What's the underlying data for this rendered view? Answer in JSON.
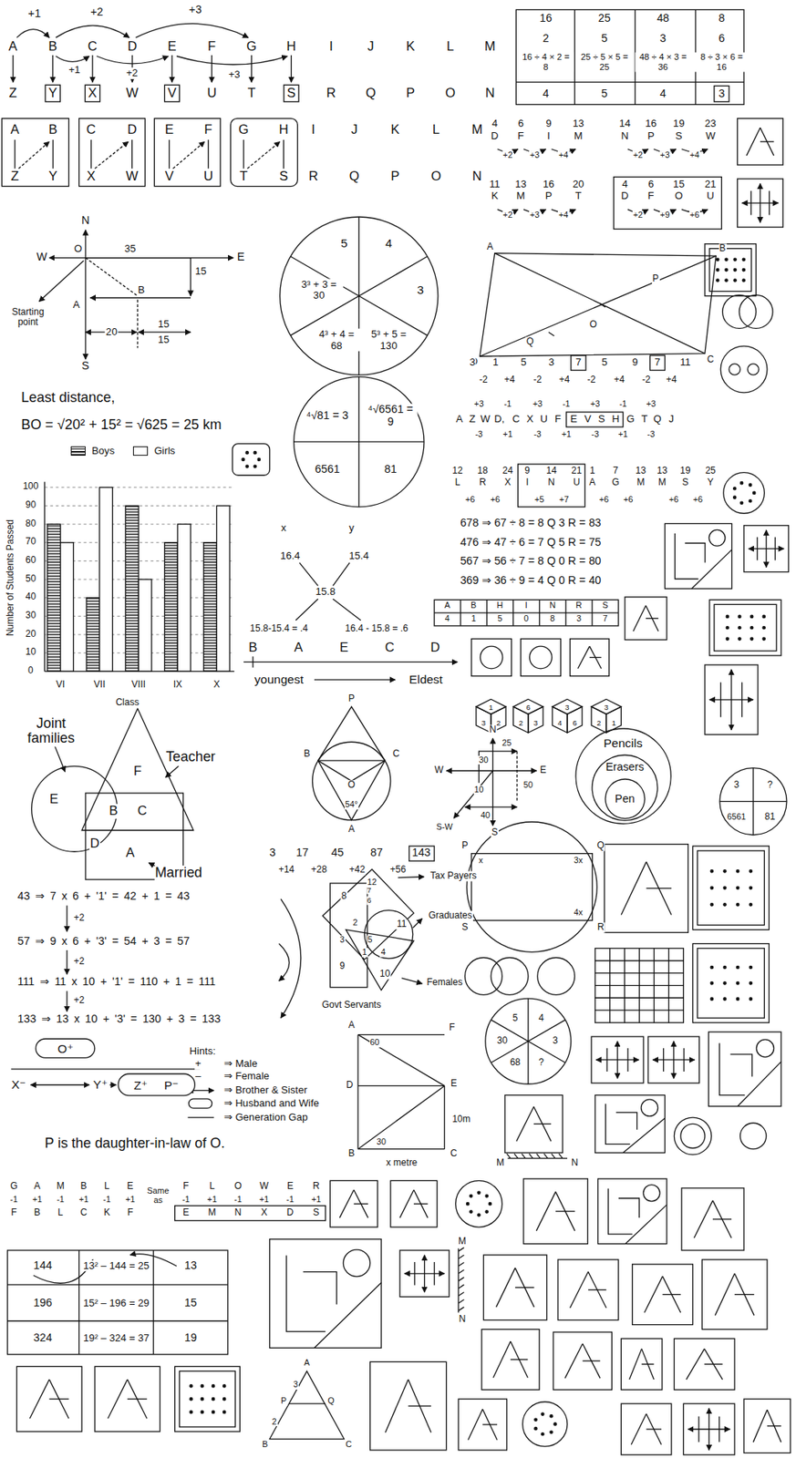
{
  "diagram": {
    "nodes": [
      {
        "text": [
          "O⁺"
        ]
      },
      {
        "text": [
          "Z⁺",
          "P⁻"
        ]
      },
      {
        "text": [
          "Pencils"
        ]
      },
      {
        "text": [
          "Erasers"
        ],
        "in": 2
      },
      {
        "text": [
          "Pen"
        ],
        "in": 3
      }
    ],
    "labels": [
      "A",
      "B",
      "C",
      "D",
      "E",
      "F",
      "G",
      "H",
      "I",
      "J",
      "K",
      "L",
      "M",
      "Z",
      "Y",
      "X",
      "W",
      "V",
      "U",
      "T",
      "S",
      "R",
      "Q",
      "P",
      "O",
      "N",
      "+1",
      "+2",
      "+3",
      "+1",
      "+2",
      "+3",
      "16",
      "25",
      "48",
      "8",
      "2",
      "5",
      "3",
      "6",
      "16 ÷ 4 × 2 = 8",
      "25 ÷ 5 × 5 = 25",
      "48 ÷ 4 × 3 = 36",
      "8 ÷ 3 × 6 = 16",
      "4",
      "5",
      "4",
      "3",
      "A",
      "B",
      "Z",
      "Y",
      "C",
      "D",
      "X",
      "W",
      "E",
      "F",
      "V",
      "U",
      "G",
      "H",
      "T",
      "S",
      "I",
      "J",
      "K",
      "L",
      "M",
      "R",
      "Q",
      "P",
      "O",
      "N",
      "4",
      "6",
      "9",
      "13",
      "D",
      "F",
      "I",
      "M",
      "+2",
      "+3",
      "+4",
      "14",
      "16",
      "19",
      "23",
      "N",
      "P",
      "S",
      "W",
      "+2",
      "+3",
      "+4",
      "11",
      "13",
      "16",
      "20",
      "K",
      "M",
      "P",
      "T",
      "+2",
      "+3",
      "+4",
      "4",
      "6",
      "15",
      "21",
      "D",
      "F",
      "O",
      "U",
      "+2",
      "+9",
      "+6",
      "N",
      "W",
      "O",
      "35",
      "E",
      "15",
      "Starting point",
      "A",
      "B",
      "20",
      "15",
      "15",
      "S",
      "Least distance,",
      "BO = √20² + 15² = √625 = 25 km",
      "5",
      "4",
      "3",
      "3³ + 3 = 30",
      "4³ + 4 = 68",
      "5³ + 5 = 130",
      "⁴√81 = 3",
      "⁴√6561 = 9",
      "6561",
      "81",
      "A",
      "B",
      "C",
      "D",
      "O",
      "P",
      "Q",
      "3",
      "1",
      "5",
      "3",
      "7",
      "5",
      "9",
      "7",
      "11",
      "-2",
      "+4",
      "-2",
      "+4",
      "-2",
      "+4",
      "-2",
      "+4",
      "A",
      "Z",
      "W",
      "D,",
      "C",
      "X",
      "U",
      "F",
      "E",
      "V",
      "S",
      "H",
      "G",
      "T",
      "Q",
      "J",
      "+3",
      "-1",
      "+3",
      "-1",
      "+3",
      "-1",
      "+3",
      "-3",
      "+1",
      "-3",
      "+1",
      "-3",
      "+1",
      "-3",
      "12",
      "18",
      "24",
      "L",
      "R",
      "X",
      "+6",
      "+6",
      "9",
      "14",
      "21",
      "I",
      "N",
      "U",
      "+5",
      "+7",
      "1",
      "7",
      "13",
      "A",
      "G",
      "M",
      "+6",
      "+6",
      "13",
      "19",
      "25",
      "M",
      "S",
      "Y",
      "+6",
      "+6",
      "678 ⇒ 67 ÷ 8 = 8 Q 3 R = 83",
      "476 ⇒ 47 ÷ 6 = 7 Q 5 R = 75",
      "567 ⇒ 56 ÷ 7 = 8 Q 0 R = 80",
      "369 ⇒ 36 ÷ 9 = 4 Q 0 R = 40",
      "A",
      "B",
      "H",
      "I",
      "N",
      "R",
      "S",
      "4",
      "1",
      "5",
      "0",
      "8",
      "3",
      "7",
      "x",
      "y",
      "16.4",
      "15.4",
      "15.8",
      "15.8-15.4 = .4",
      "16.4 - 15.8 = .6",
      "B",
      "A",
      "E",
      "C",
      "D",
      "youngest",
      "Eldest",
      "100",
      "90",
      "80",
      "70",
      "60",
      "50",
      "40",
      "30",
      "20",
      "10",
      "0",
      "VI",
      "VII",
      "VIII",
      "IX",
      "X",
      "Class",
      "Number of Students Passed",
      "Joint families",
      "Teacher",
      "E",
      "F",
      "B",
      "C",
      "D",
      "A",
      "Married",
      "43 ⇒ 7 x 6 + '1' = 42 + 1 = 43",
      "+2",
      "57 ⇒ 9 x 6 + '3' = 54 + 3 = 57",
      "+2",
      "111 ⇒ 11 x 10 + '1' = 110 + 1 = 111",
      "+2",
      "133 ⇒ 13 x 10 + '3' = 130 + 3 = 133",
      "X⁻",
      "Y⁺",
      "Hints:",
      "+",
      "⇒ Male",
      "–",
      "⇒ Female",
      "⇒ Brother & Sister",
      "⇒ Husband and Wife",
      "⇒ Generation Gap",
      "P is the daughter-in-law of O.",
      "G",
      "A",
      "M",
      "B",
      "L",
      "E",
      "-1",
      "+1",
      "-1",
      "+1",
      "-1",
      "+1",
      "F",
      "B",
      "L",
      "C",
      "K",
      "F",
      "Same as",
      "F",
      "L",
      "O",
      "W",
      "E",
      "R",
      "-1",
      "+1",
      "-1",
      "+1",
      "-1",
      "+1",
      "E",
      "M",
      "N",
      "X",
      "D",
      "S",
      "144",
      "13² – 144 = 25",
      "13",
      "196",
      "15² – 196 = 29",
      "15",
      "324",
      "19² – 324 = 37",
      "19",
      "3",
      "17",
      "45",
      "87",
      "143",
      "+14",
      "+28",
      "+42",
      "+56",
      "12",
      "Tax Payers",
      "8",
      "7",
      "6",
      "Graduates",
      "11",
      "2",
      "3",
      "5",
      "1",
      "4",
      "9",
      "10",
      "Females",
      "Govt Servants",
      "P",
      "B",
      "C",
      "O",
      "54°",
      "A",
      "N",
      "25",
      "30",
      "W",
      "10",
      "E",
      "50",
      "40",
      "S-W",
      "S",
      "P",
      "Q",
      "x",
      "3x",
      "4x",
      "S",
      "R",
      "5",
      "4",
      "3",
      "30",
      "68",
      "?",
      "3",
      "?",
      "6561",
      "81",
      "A",
      "60",
      "F",
      "D",
      "E",
      "10m",
      "B",
      "30",
      "C",
      "x metre",
      "A",
      "3",
      "P",
      "Q",
      "2",
      "B",
      "C",
      "M",
      "N",
      "M",
      "N",
      "1",
      "3",
      "2",
      "6",
      "2",
      "3",
      "3",
      "4",
      "6",
      "3",
      "2",
      "1"
    ],
    "legend": [
      {
        "text": "Boys"
      },
      {
        "text": "Girls",
        "color": "#ffffff"
      }
    ]
  }
}
